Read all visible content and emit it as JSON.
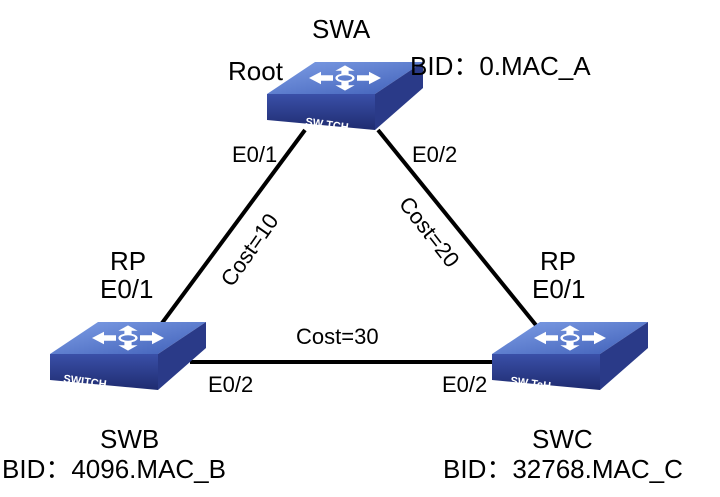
{
  "switches": {
    "swa": {
      "name": "SWA",
      "role": "Root",
      "bid": "BID：0.MAC_A",
      "badge": "SW TCH"
    },
    "swb": {
      "name": "SWB",
      "bid": "BID：4096.MAC_B",
      "badge": "SWITCH",
      "rp_label": "RP",
      "rp_port": "E0/1"
    },
    "swc": {
      "name": "SWC",
      "bid": "BID：32768.MAC_C",
      "badge": "SW TcH",
      "rp_label": "RP",
      "rp_port": "E0/1"
    }
  },
  "ports": {
    "swa_e01": "E0/1",
    "swa_e02": "E0/2",
    "swb_e02": "E0/2",
    "swc_e02": "E0/2"
  },
  "links": {
    "a_b": "Cost=10",
    "a_c": "Cost=20",
    "b_c": "Cost=30"
  },
  "colors": {
    "switch_top": "#5a7fd0",
    "switch_side": "#2c3f8f",
    "link": "#000000"
  }
}
